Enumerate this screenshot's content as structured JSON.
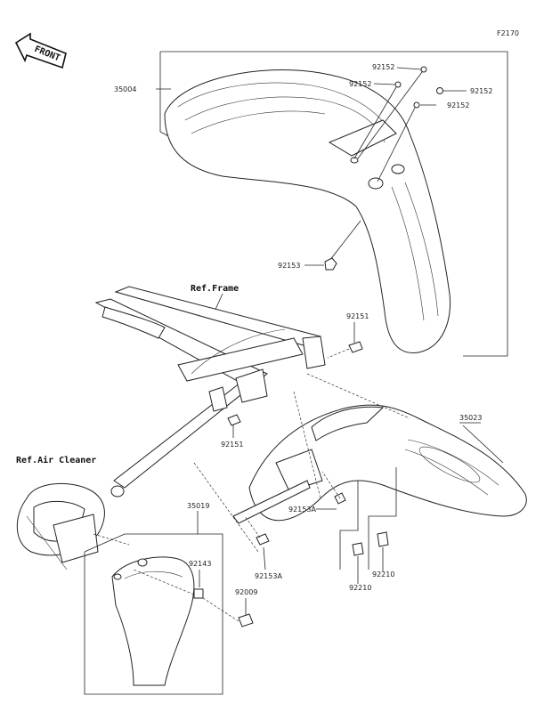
{
  "figure_code": "F2170",
  "direction_label": "FRONT",
  "references": {
    "frame": "Ref.Frame",
    "air_cleaner": "Ref.Air Cleaner"
  },
  "callouts": {
    "front_fender": "35004",
    "bolt_a": "92152",
    "bolt_b": "92152",
    "bolt_c": "92152",
    "bolt_d": "92152",
    "front_bolt_lower": "92153",
    "rear_bolt_upper": "92151",
    "rear_bolt_mid": "92151",
    "rear_fender": "35023",
    "bolt_rear_a": "92153A",
    "bolt_rear_b": "92153A",
    "mud_flap": "35019",
    "collar": "92143",
    "screw": "92009",
    "nut_left": "92210",
    "nut_right": "92210"
  }
}
